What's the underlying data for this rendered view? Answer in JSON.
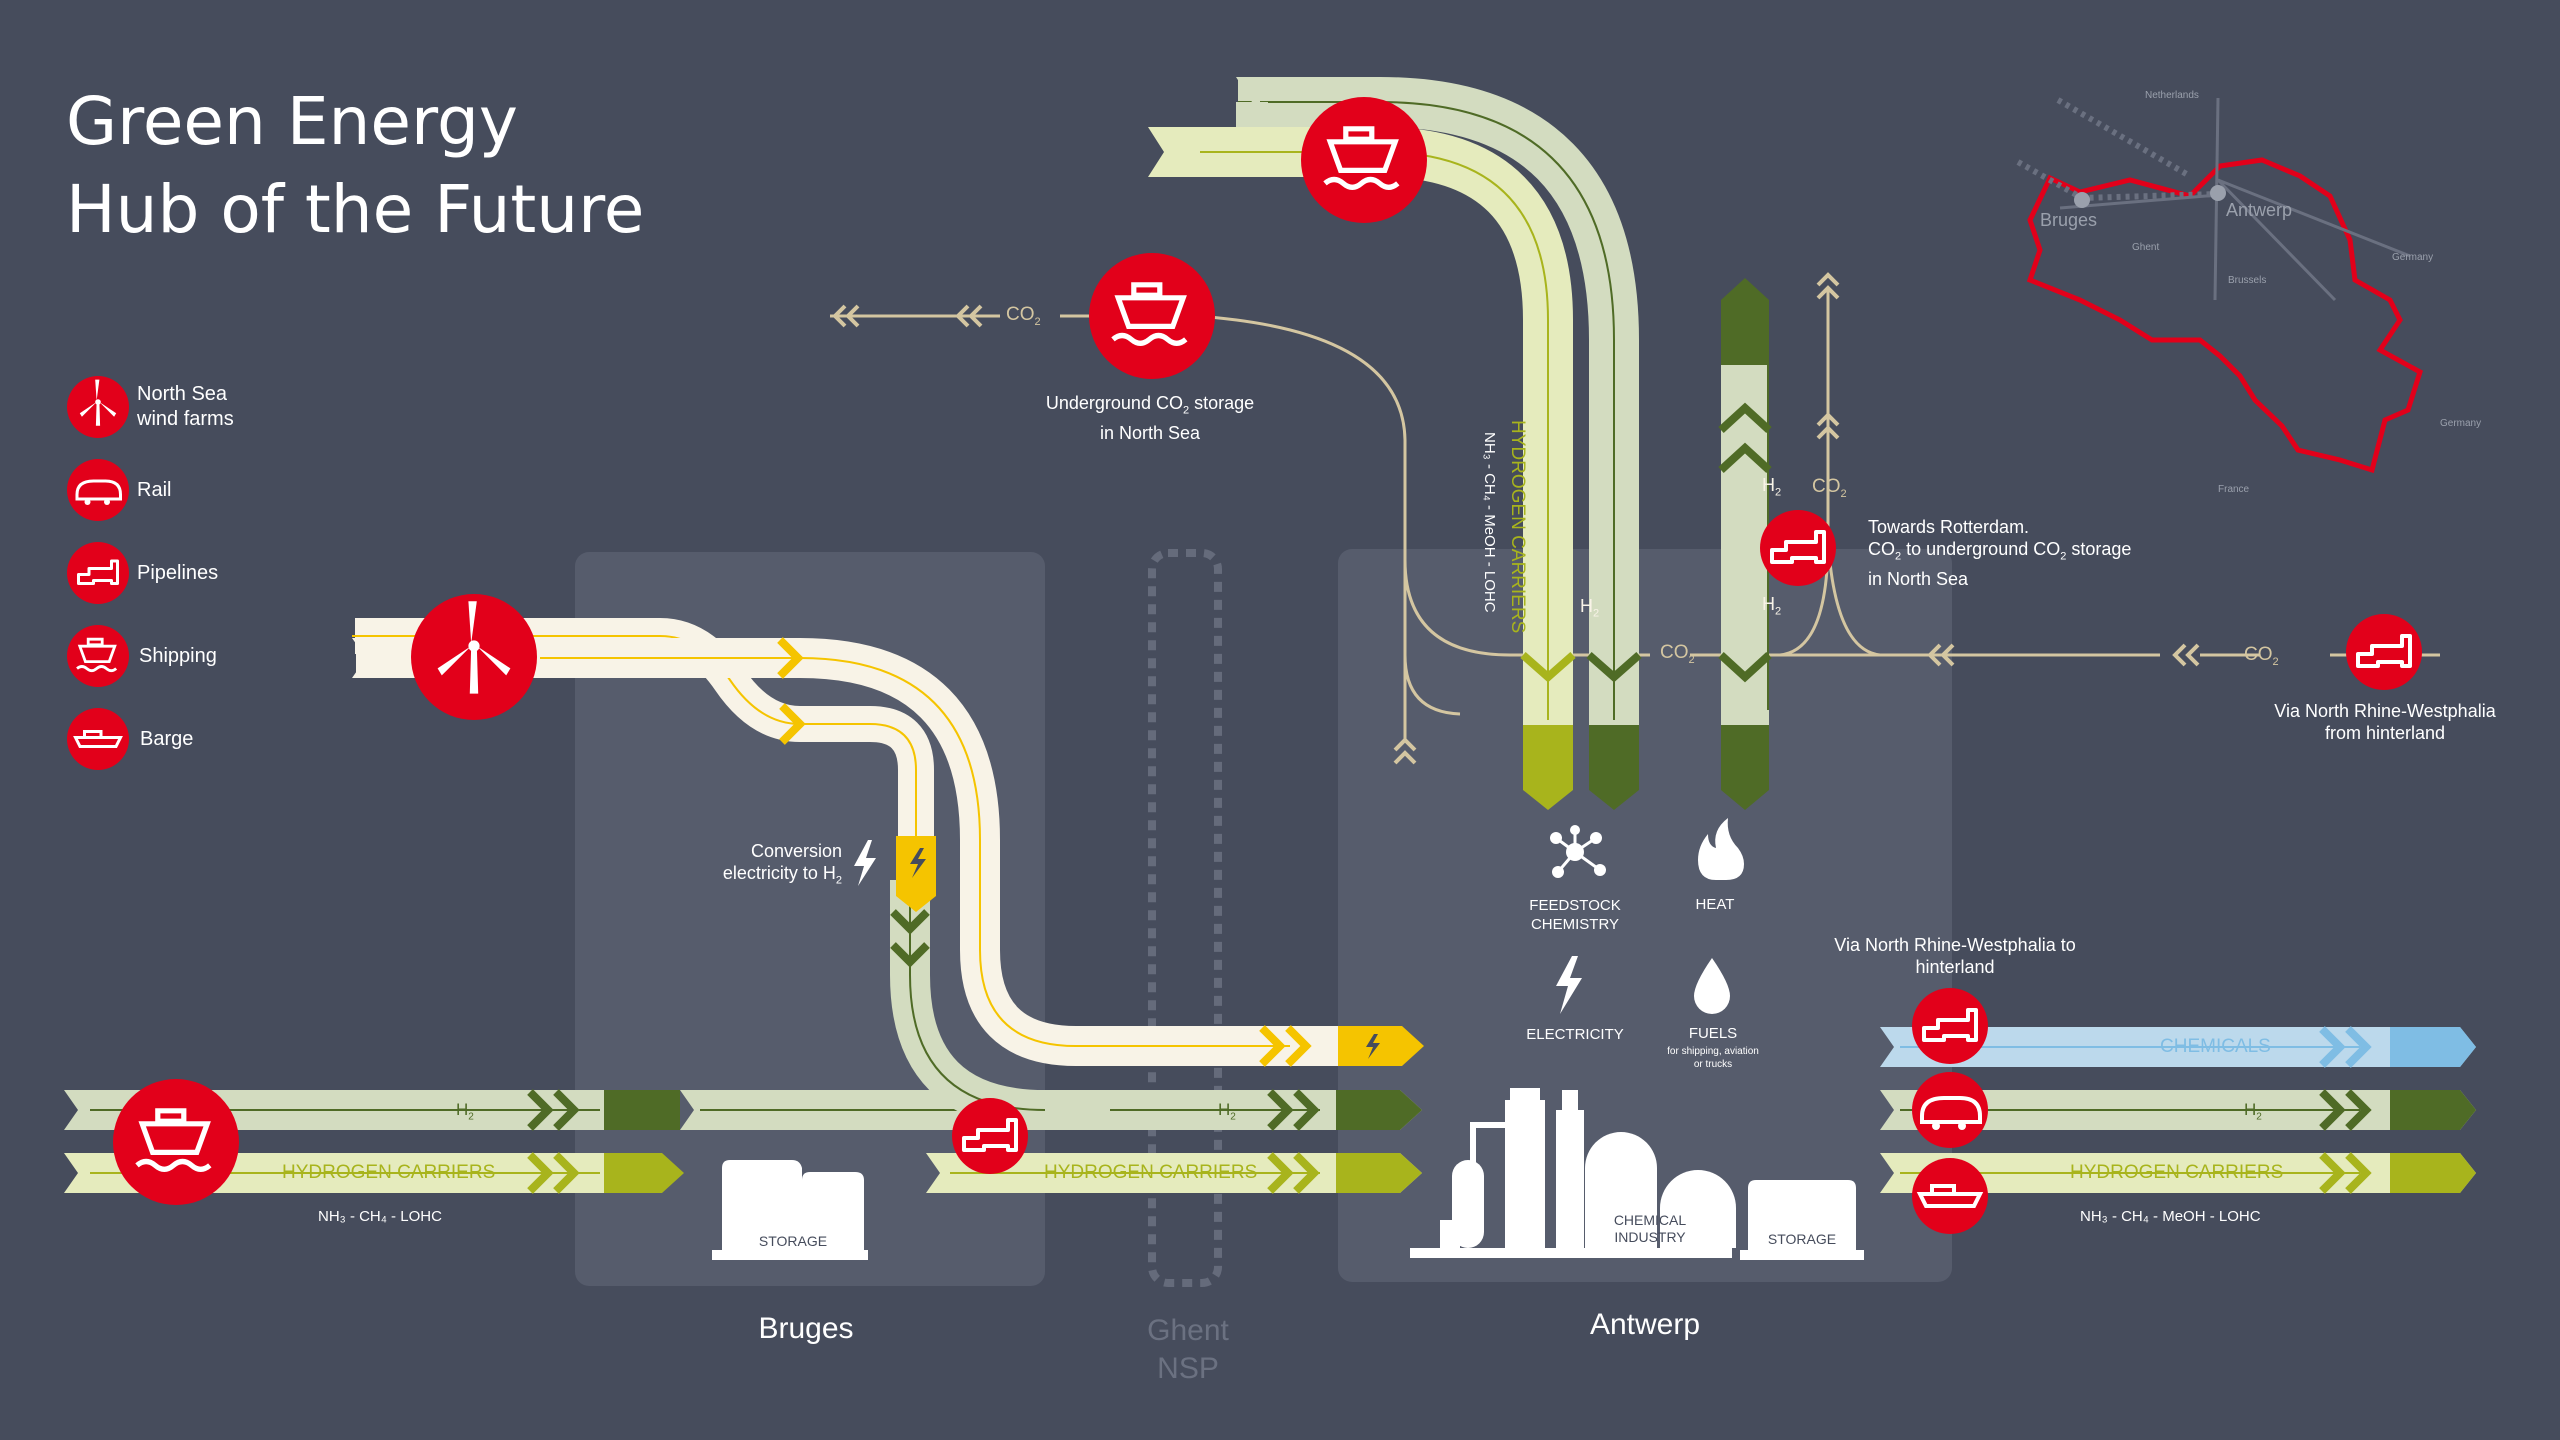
{
  "title": {
    "line1": "Green Energy",
    "line2": "Hub of the Future"
  },
  "legend": [
    {
      "icon": "wind-turbine-icon",
      "line1": "North Sea",
      "line2": "wind farms"
    },
    {
      "icon": "rail-icon",
      "line1": "Rail",
      "line2": ""
    },
    {
      "icon": "pipeline-icon",
      "line1": "Pipelines",
      "line2": ""
    },
    {
      "icon": "ship-icon",
      "line1": "Shipping",
      "line2": ""
    },
    {
      "icon": "barge-icon",
      "line1": "Barge",
      "line2": ""
    }
  ],
  "map": {
    "netherlands": "Netherlands",
    "bruges": "Bruges",
    "antwerp": "Antwerp",
    "ghent": "Ghent",
    "brussels": "Brussels",
    "germany_top": "Germany",
    "germany_bottom": "Germany",
    "france": "France"
  },
  "cities": {
    "bruges": "Bruges",
    "ghent_1": "Ghent",
    "ghent_2": "NSP",
    "antwerp": "Antwerp"
  },
  "labels": {
    "co2": "CO",
    "co2_sub": "2",
    "h2": "H",
    "h2_sub": "2",
    "storage_north_sea_1a": "Underground CO",
    "storage_north_sea_1b": " storage",
    "storage_north_sea_2": "in North Sea",
    "rotterdam_1": "Towards Rotterdam.",
    "rotterdam_2a": "CO",
    "rotterdam_2b": " to underground CO",
    "rotterdam_2c": " storage",
    "rotterdam_3": "in North Sea",
    "nrw_from_1": "Via North Rhine-Westphalia",
    "nrw_from_2": "from hinterland",
    "nrw_to_1": "Via North Rhine-Westphalia to",
    "nrw_to_2": "hinterland",
    "conversion_1": "Conversion",
    "conversion_2a": "electricity to H",
    "hydrogen_carriers": "HYDROGEN CARRIERS",
    "carriers_vertical": "NH₃ - CH₄ - MeOH - LOHC",
    "carriers_left": "NH₃ - CH₄ - LOHC",
    "carriers_right": "NH₃ - CH₄ - MeOH - LOHC",
    "chemicals": "CHEMICALS",
    "feedstock_1": "FEEDSTOCK",
    "feedstock_2": "CHEMISTRY",
    "heat": "HEAT",
    "electricity": "ELECTRICITY",
    "fuels": "FUELS",
    "fuels_sub_1": "for shipping, aviation",
    "fuels_sub_2": "or trucks",
    "storage": "STORAGE",
    "chemical_1": "CHEMICAL",
    "chemical_2": "INDUSTRY"
  },
  "colors": {
    "background": "#464c5c",
    "zone": "#565c6c",
    "red": "#e2001a",
    "cream": "#f8f3e7",
    "pale_green": "#d3dcc0",
    "lime_light": "#e5ebbd",
    "lime": "#a8b41c",
    "dark_green": "#4f6b26",
    "yellow": "#f5c400",
    "light_blue": "#bcd9ec",
    "blue": "#7fbde4",
    "co2_line": "#d4c6a1",
    "white": "#ffffff"
  }
}
